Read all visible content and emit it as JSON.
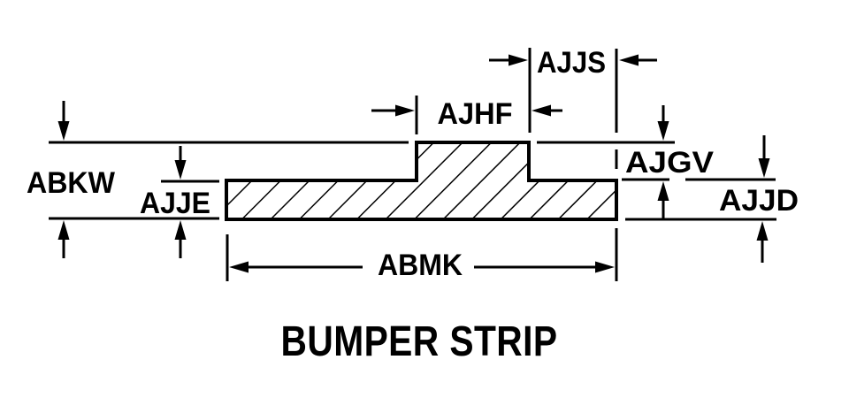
{
  "title": "BUMPER STRIP",
  "dimension_labels": {
    "abkw": "ABKW",
    "ajje": "AJJE",
    "ajhf": "AJHF",
    "ajjs": "AJJS",
    "ajgv": "AJGV",
    "ajjd": "AJJD",
    "abmk": "ABMK"
  },
  "colors": {
    "ink": "#000000",
    "paper": "#ffffff"
  }
}
